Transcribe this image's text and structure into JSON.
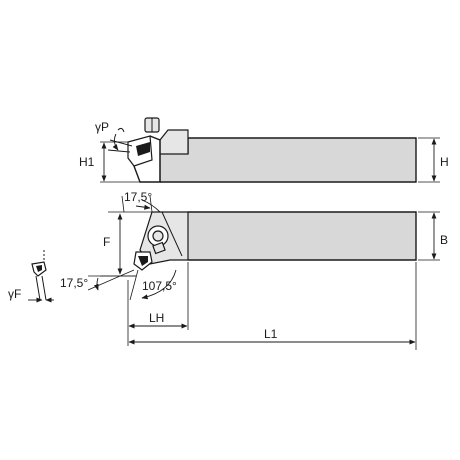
{
  "dimension_labels": {
    "gamma_p": "γP",
    "h1": "H1",
    "h": "H",
    "angle_top": "17,5°",
    "f": "F",
    "b": "B",
    "gamma_f": "γF",
    "angle_left": "17,5°",
    "angle_bottom": "107,5°",
    "lh": "LH",
    "l1": "L1"
  },
  "colors": {
    "body_fill": "#d8d8d8",
    "line": "#1a1a1a"
  }
}
